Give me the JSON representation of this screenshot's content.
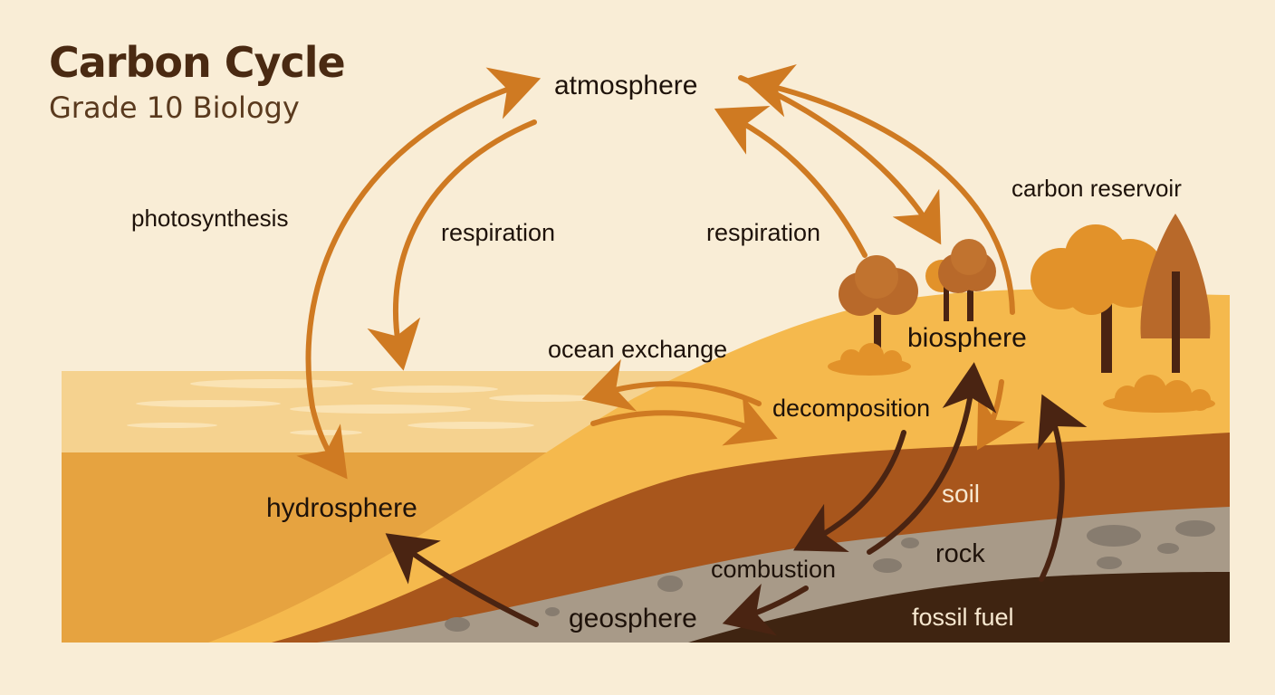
{
  "title": "Carbon Cycle",
  "subtitle": "Grade 10 Biology",
  "labels": {
    "atmosphere": "atmosphere",
    "photosynthesis": "photosynthesis",
    "respiration_left": "respiration",
    "respiration_right": "respiration",
    "carbon_reservoir": "carbon reservoir",
    "ocean_exchange": "ocean exchange",
    "biosphere": "biosphere",
    "decomposition": "decomposition",
    "hydrosphere": "hydrosphere",
    "soil": "soil",
    "rock": "rock",
    "combustion": "combustion",
    "geosphere": "geosphere",
    "fossil_fuel": "fossil fuel"
  },
  "colors": {
    "background": "#f9edd6",
    "arrow_orange": "#cf7a22",
    "arrow_dark": "#4a2412",
    "ocean_surface": "#f5d28f",
    "ocean_deep": "#e6a340",
    "land_top": "#f5b94d",
    "soil": "#a8561c",
    "rock": "#a89a88",
    "fossil": "#3f2411",
    "tree_orange": "#e2922a",
    "tree_brown": "#b8692a"
  }
}
